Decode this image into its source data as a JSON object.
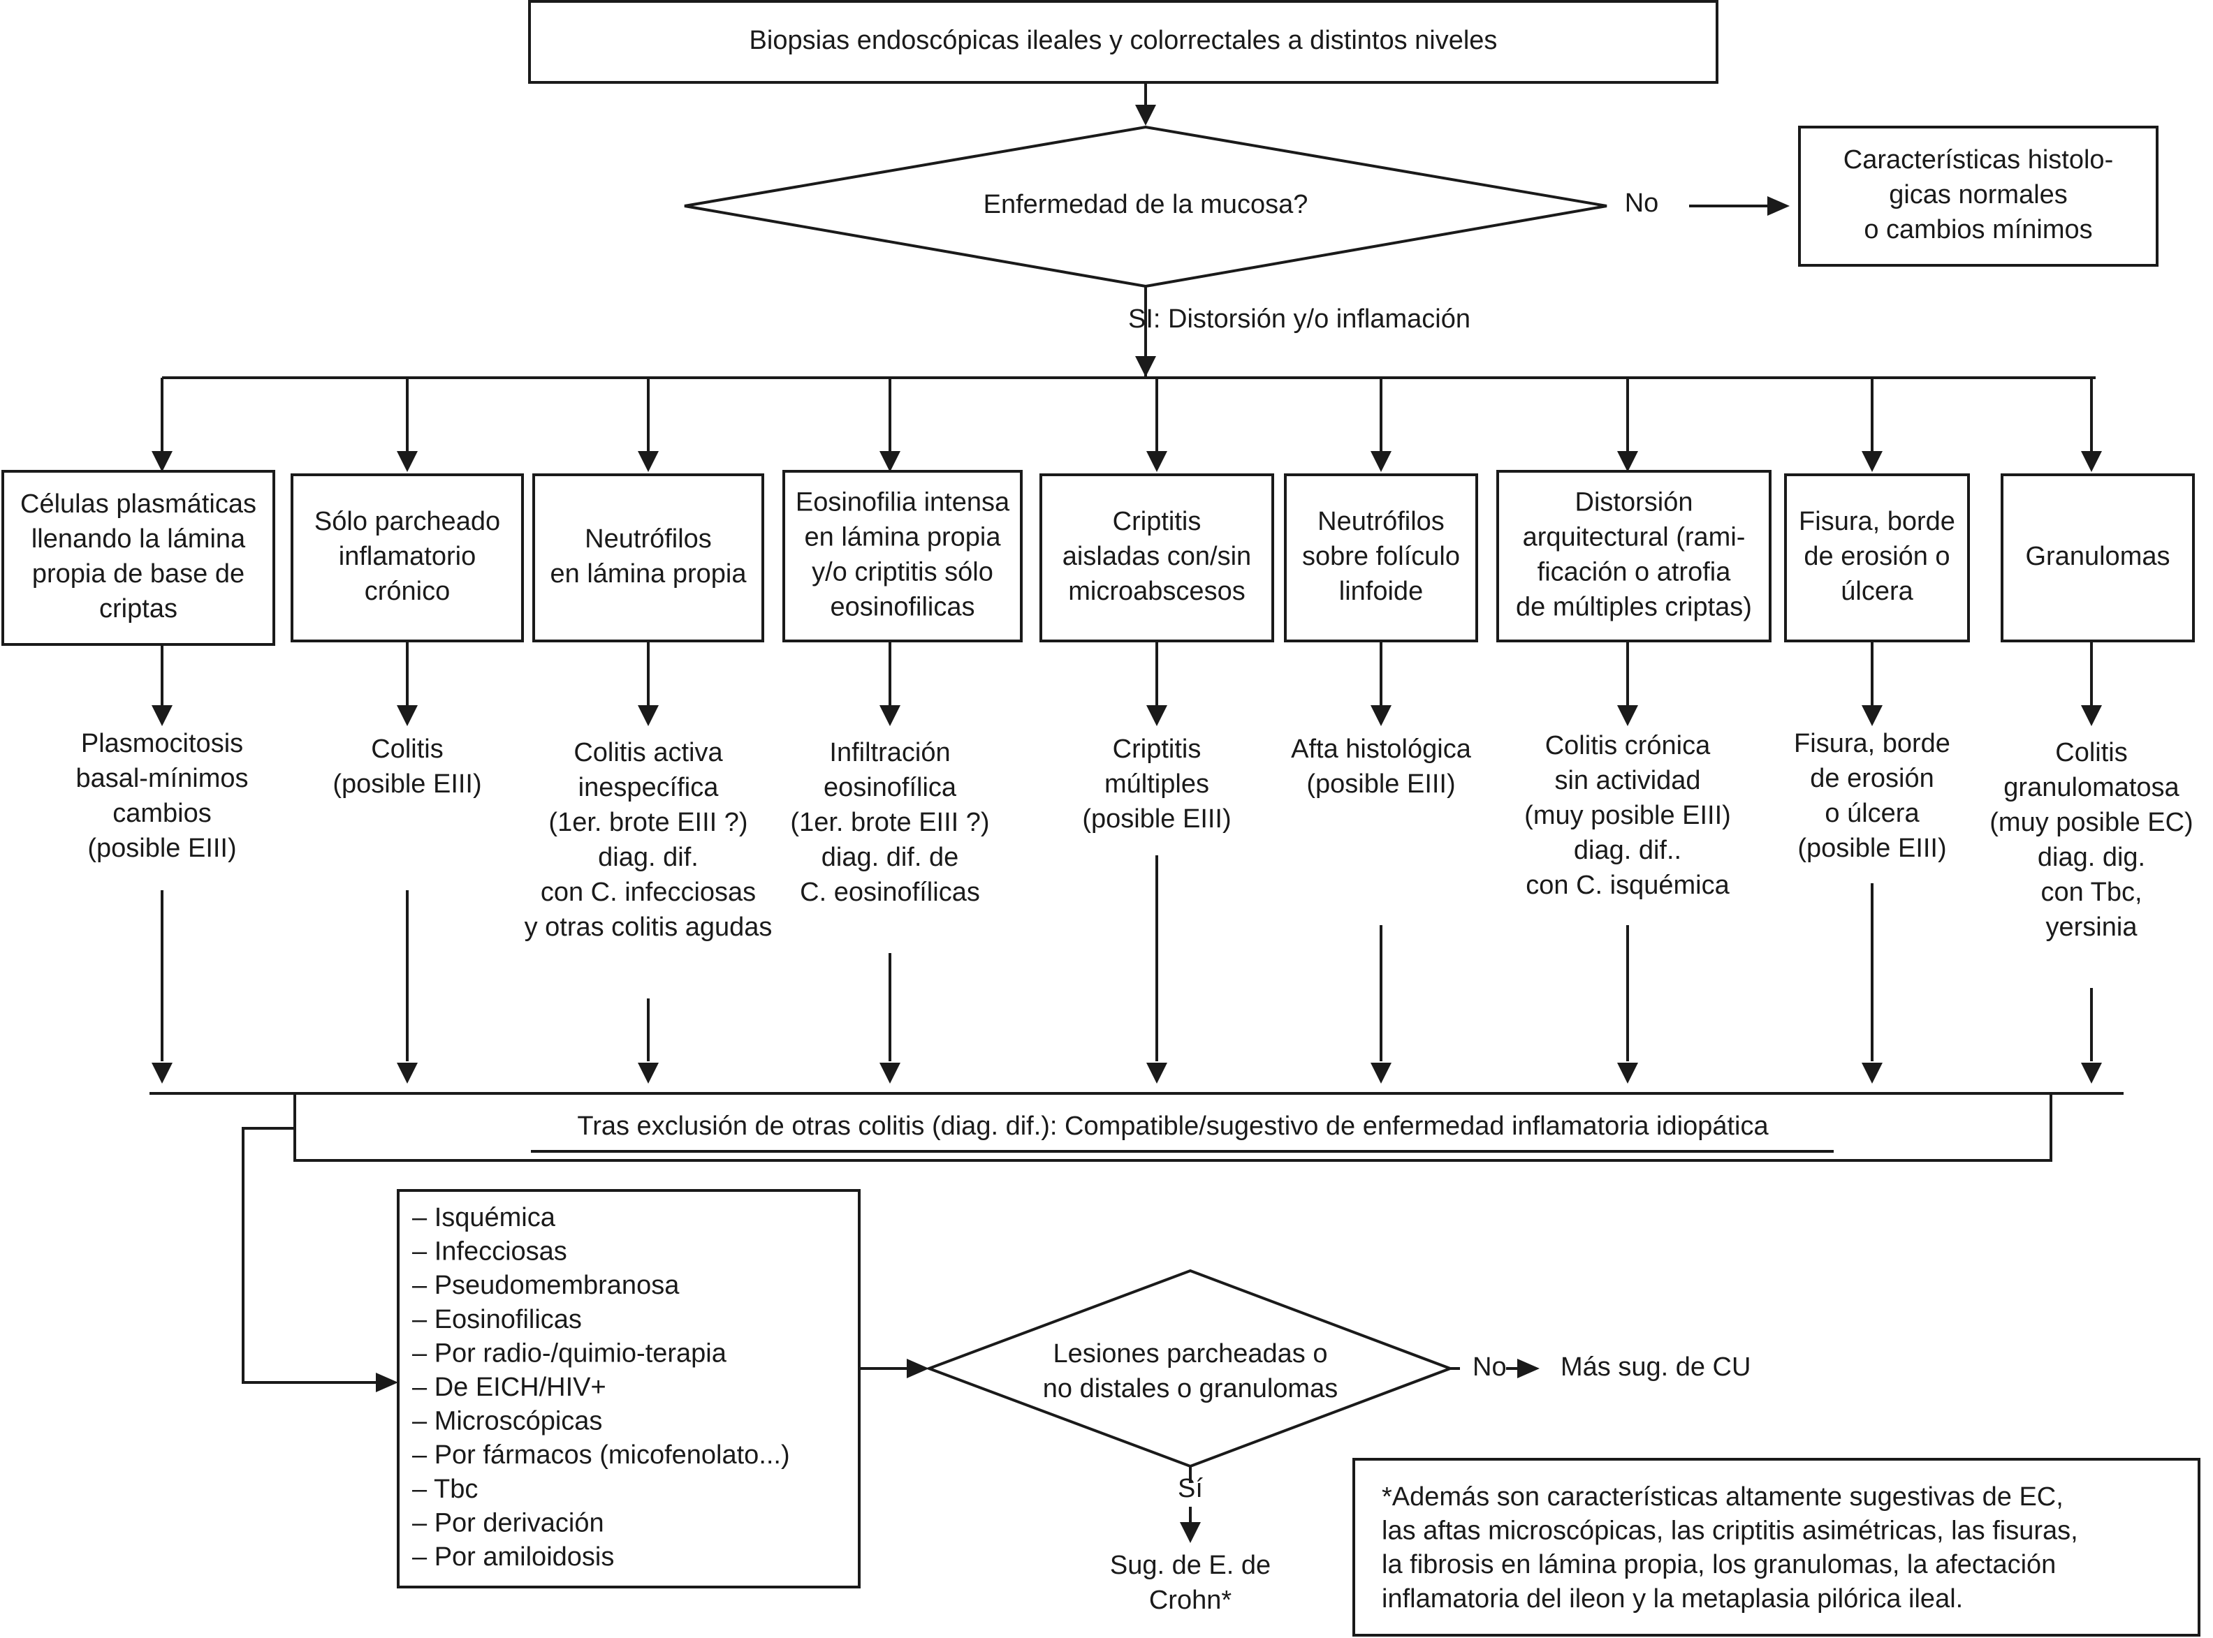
{
  "top_box": [
    "Biopsias endoscópicas ileales y colorrectales a distintos niveles"
  ],
  "decision1": [
    "Enfermedad de la mucosa?"
  ],
  "decision1_no": [
    "No"
  ],
  "normal_box": [
    "Características histolo-",
    "gicas normales",
    "o cambios mínimos"
  ],
  "decision1_yes": [
    "SI: Distorsión y/o inflamación"
  ],
  "columns": [
    {
      "box": [
        "Células plasmáticas",
        "llenando la lámina",
        "propia de base de",
        "criptas"
      ],
      "result": [
        "Plasmocitosis",
        "basal-mínimos",
        "cambios",
        "(posible EIII)"
      ]
    },
    {
      "box": [
        "Sólo parcheado",
        "inflamatorio",
        "crónico"
      ],
      "result": [
        "Colitis",
        "(posible EIII)"
      ]
    },
    {
      "box": [
        "Neutrófilos",
        "en lámina propia"
      ],
      "result": [
        "Colitis activa",
        "inespecífica",
        "(1er. brote EIII ?)",
        "diag. dif.",
        "con C. infecciosas",
        "y otras colitis agudas"
      ]
    },
    {
      "box": [
        "Eosinofilia intensa",
        "en lámina propia",
        "y/o criptitis sólo",
        "eosinofilicas"
      ],
      "result": [
        "Infiltración",
        "eosinofílica",
        "(1er. brote EIII ?)",
        "diag. dif. de",
        "C. eosinofílicas"
      ]
    },
    {
      "box": [
        "Criptitis",
        "aisladas con/sin",
        "microabscesos"
      ],
      "result": [
        "Criptitis",
        "múltiples",
        "(posible EIII)"
      ]
    },
    {
      "box": [
        "Neutrófilos",
        "sobre folículo",
        "linfoide"
      ],
      "result": [
        "Afta histológica",
        "(posible EIII)"
      ]
    },
    {
      "box": [
        "Distorsión",
        "arquitectural (rami-",
        "ficación o atrofia",
        "de múltiples criptas)"
      ],
      "result": [
        "Colitis crónica",
        "sin actividad",
        "(muy posible EIII)",
        "diag. dif..",
        "con C. isquémica"
      ]
    },
    {
      "box": [
        "Fisura, borde",
        "de erosión o",
        "úlcera"
      ],
      "result": [
        "Fisura, borde",
        "de erosión",
        "o úlcera",
        "(posible EIII)"
      ]
    },
    {
      "box": [
        "Granulomas"
      ],
      "result": [
        "Colitis",
        "granulomatosa",
        "(muy posible EC)",
        "diag. dig.",
        "con Tbc,",
        "yersinia"
      ]
    }
  ],
  "compatible_box": [
    "Tras exclusión de otras colitis (diag. dif.): Compatible/sugestivo de enfermedad inflamatoria idiopática"
  ],
  "exclusion_list": [
    "– Isquémica",
    "– Infecciosas",
    "– Pseudomembranosa",
    "– Eosinofilicas",
    "– Por radio-/quimio-terapia",
    "– De EICH/HIV+",
    "– Microscópicas",
    "– Por fármacos (micofenolato...)",
    "– Tbc",
    "– Por derivación",
    "– Por amiloidosis"
  ],
  "decision2": [
    "Lesiones parcheadas o",
    "no distales o granulomas"
  ],
  "decision2_no": [
    "No"
  ],
  "cu_result": [
    "Más sug. de CU"
  ],
  "decision2_yes": [
    "Sí"
  ],
  "crohn_result": [
    "Sug. de E. de",
    "Crohn*"
  ],
  "note_box": [
    "*Además son características altamente sugestivas de EC,",
    "las aftas microscópicas, las criptitis asimétricas, las fisuras,",
    "la fibrosis en lámina propia, los granulomas, la  afectación",
    "inflamatoria del ileon y la metaplasia pilórica ileal."
  ]
}
